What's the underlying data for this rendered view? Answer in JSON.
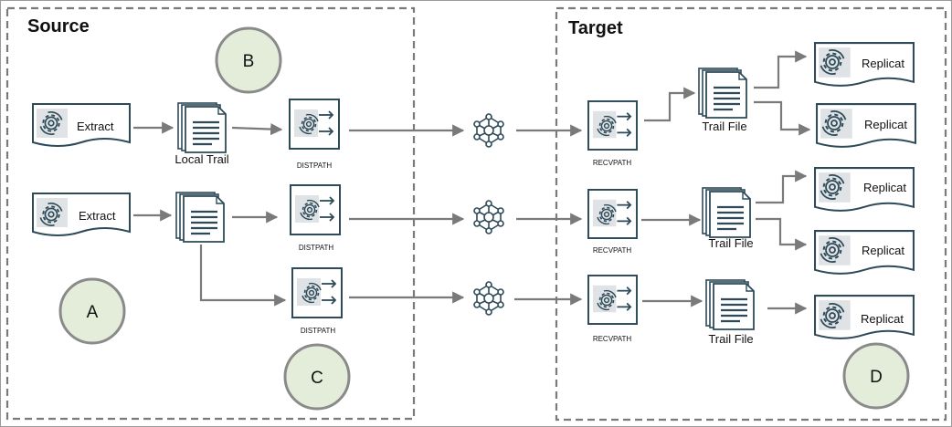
{
  "panels": {
    "source_title": "Source",
    "target_title": "Target"
  },
  "markers": {
    "a": "A",
    "b": "B",
    "c": "C",
    "d": "D"
  },
  "source": {
    "extract_1": "Extract",
    "extract_2": "Extract",
    "local_trail": "Local Trail",
    "distpath_1": "DISTPATH",
    "distpath_2": "DISTPATH",
    "distpath_3": "DISTPATH"
  },
  "target": {
    "recvpath_1": "RECVPATH",
    "recvpath_2": "RECVPATH",
    "recvpath_3": "RECVPATH",
    "trail_file_1": "Trail File",
    "trail_file_2": "Trail File",
    "trail_file_3": "Trail File",
    "replicat_1": "Replicat",
    "replicat_2": "Replicat",
    "replicat_3": "Replicat",
    "replicat_4": "Replicat",
    "replicat_5": "Replicat"
  },
  "colors": {
    "icon_stroke": "#2e4a58",
    "arrow": "#7a7a7a",
    "marker_fill": "#e3edd9",
    "marker_stroke": "#8a8a8a",
    "border_dash": "#7a7a7a"
  }
}
